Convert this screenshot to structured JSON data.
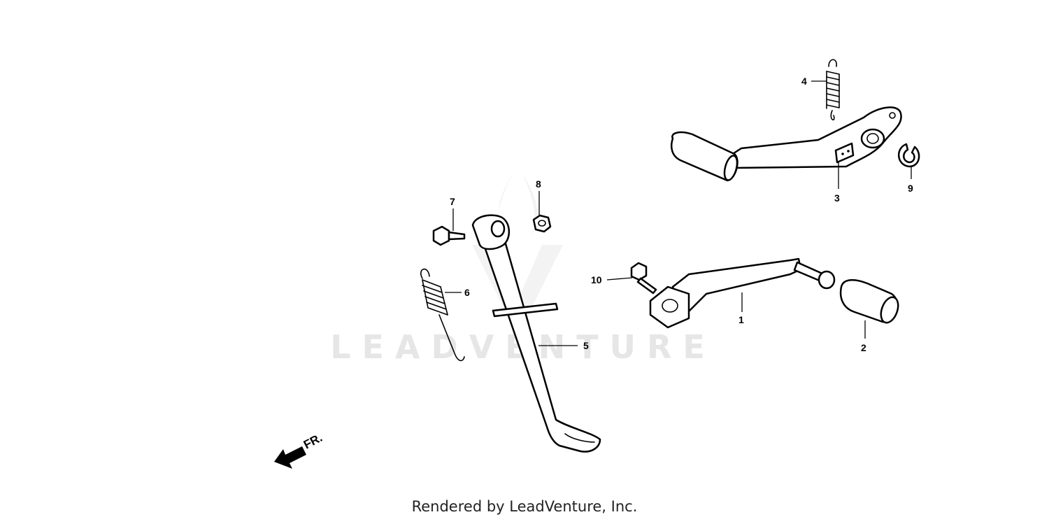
{
  "watermark": "LEADVENTURE",
  "footer": "Rendered by LeadVenture, Inc.",
  "direction_label": "FR.",
  "callouts": {
    "p1": "1",
    "p2": "2",
    "p3": "3",
    "p4": "4",
    "p5": "5",
    "p6": "6",
    "p7": "7",
    "p8": "8",
    "p9": "9",
    "p10": "10"
  },
  "parts": [
    {
      "callout": "1",
      "name": "gearshift-pedal"
    },
    {
      "callout": "2",
      "name": "pedal-rubber"
    },
    {
      "callout": "3",
      "name": "brake-pedal"
    },
    {
      "callout": "4",
      "name": "return-spring"
    },
    {
      "callout": "5",
      "name": "side-stand"
    },
    {
      "callout": "6",
      "name": "side-stand-spring"
    },
    {
      "callout": "7",
      "name": "pivot-bolt"
    },
    {
      "callout": "8",
      "name": "nut"
    },
    {
      "callout": "9",
      "name": "snap-ring"
    },
    {
      "callout": "10",
      "name": "flange-bolt"
    }
  ]
}
